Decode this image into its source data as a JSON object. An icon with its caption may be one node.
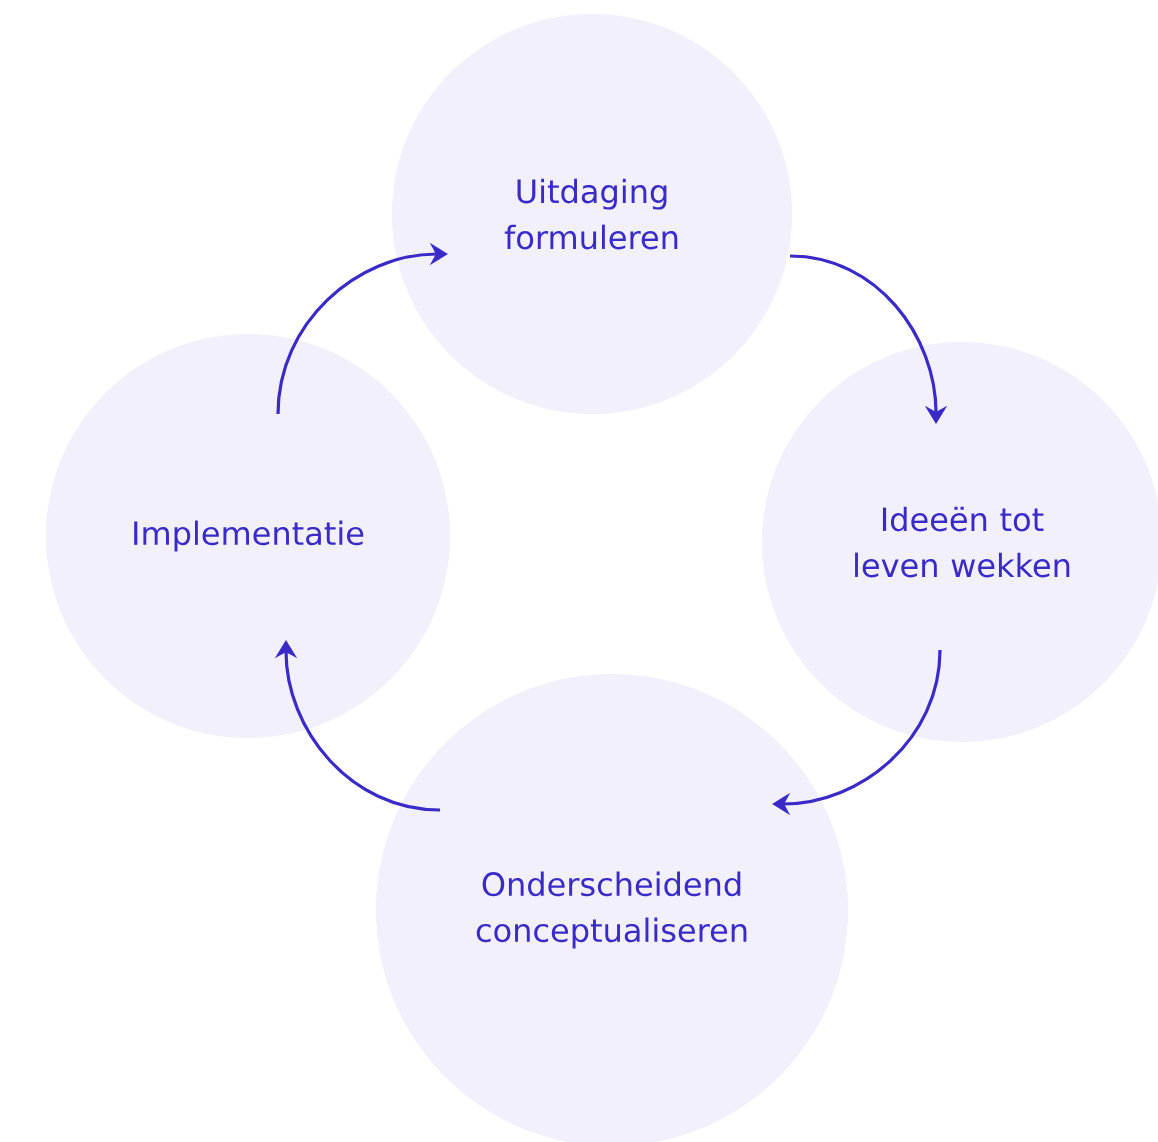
{
  "diagram": {
    "nodes": [
      {
        "text": [
          "Uitdaging formuleren"
        ]
      },
      {
        "text": [
          "Ideeën tot leven wekken"
        ]
      },
      {
        "text": [
          "Onderscheidend conceptualiseren"
        ]
      },
      {
        "text": [
          "Implementatie"
        ]
      }
    ],
    "edges": [
      {
        "from": 0,
        "to": 1,
        "arrow": "to"
      },
      {
        "from": 1,
        "to": 2,
        "arrow": "to"
      },
      {
        "from": 2,
        "to": 3,
        "arrow": "to"
      },
      {
        "from": 3,
        "to": 0,
        "arrow": "to"
      }
    ]
  }
}
